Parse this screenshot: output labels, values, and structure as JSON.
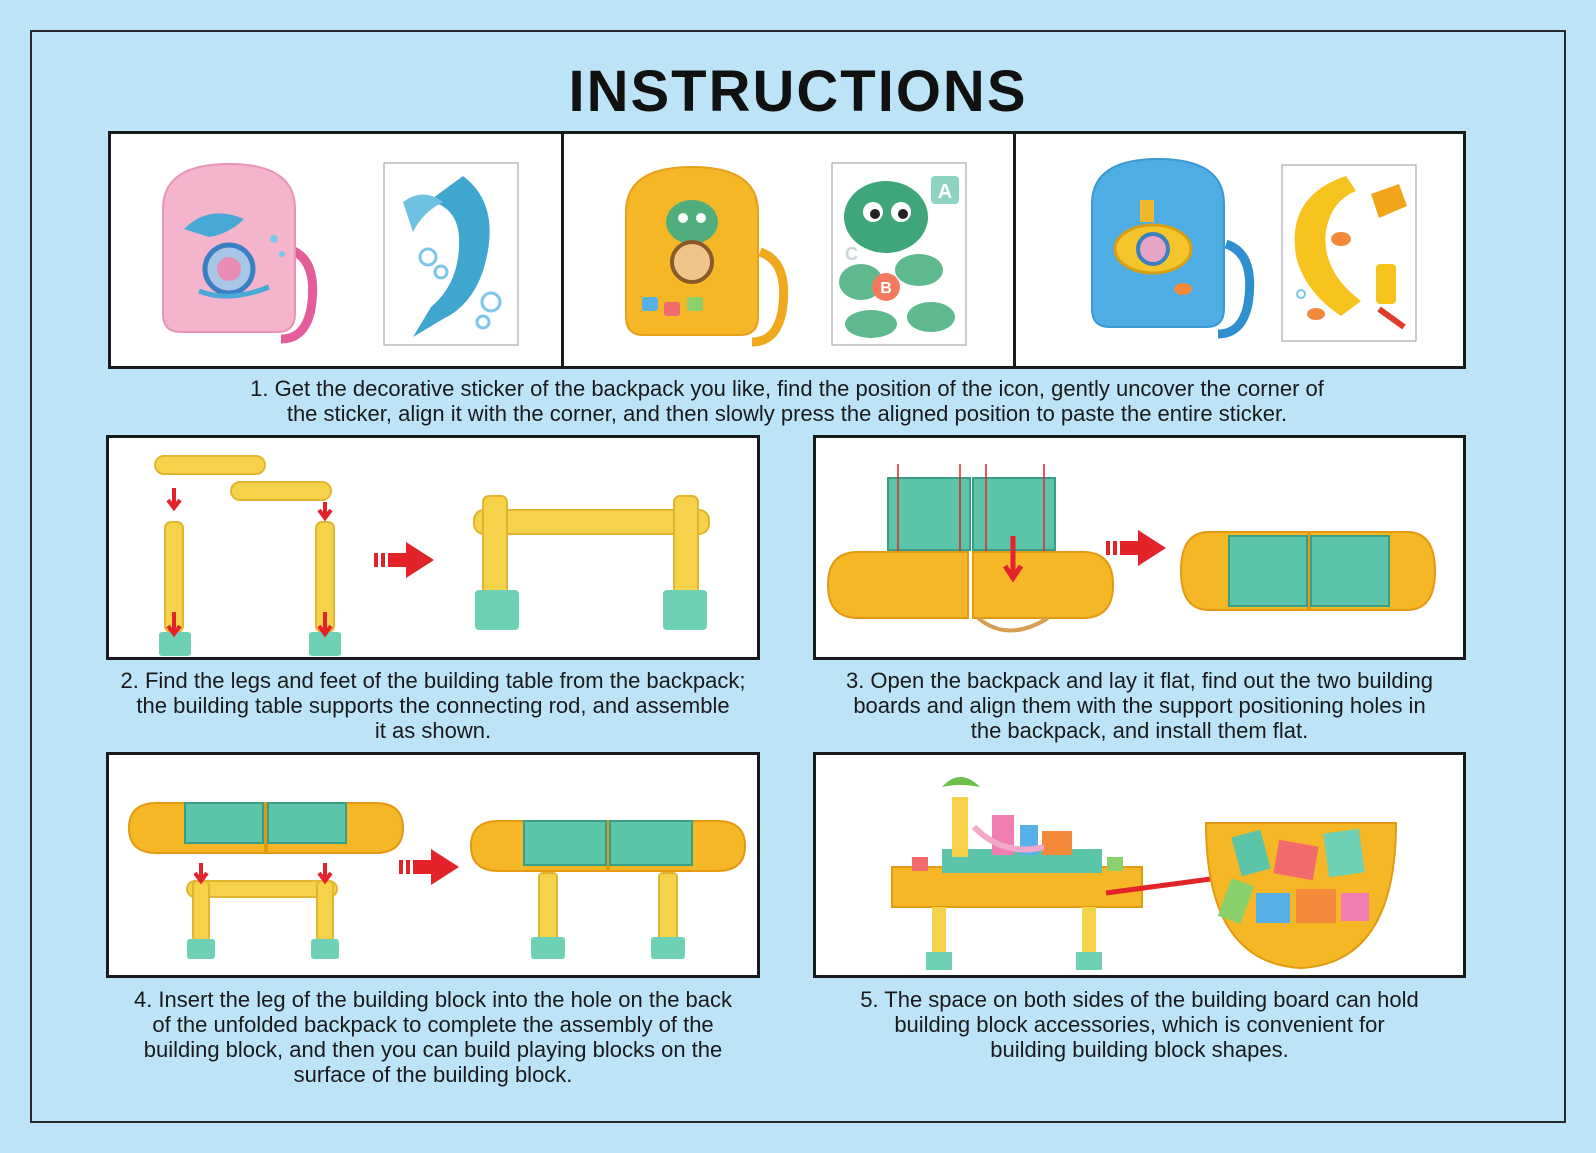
{
  "title": "INSTRUCTIONS",
  "steps": [
    {
      "text_lines": [
        "1. Get the decorative sticker of the backpack you like, find the position of the icon, gently uncover the corner of",
        "the sticker, align it with the corner, and then slowly press the aligned position to paste the entire sticker."
      ]
    },
    {
      "text_lines": [
        "2. Find the legs and feet of the building table from the backpack;",
        "the building table supports the connecting rod, and assemble",
        "it as shown."
      ]
    },
    {
      "text_lines": [
        "3. Open the backpack and lay it flat, find out the two building",
        "boards and align them with the support positioning holes in",
        "the backpack, and install them flat."
      ]
    },
    {
      "text_lines": [
        "4. Insert the leg of the building block into the hole on the back",
        "of the unfolded backpack to complete the assembly of the",
        "building block, and then you can build playing blocks on the",
        "surface of the building block."
      ]
    },
    {
      "text_lines": [
        "5. The space on both sides of the building board can hold",
        "building block accessories, which is convenient for",
        "building building block shapes."
      ]
    }
  ],
  "sticker_letters": [
    "A",
    "B",
    "C"
  ],
  "colors": {
    "background": "#bde3f7",
    "pink_backpack": "#f4b4cc",
    "yellow_backpack": "#f6b726",
    "blue_backpack": "#4eaee4",
    "mint_board": "#5cc4a9",
    "arrow_red": "#e2232a",
    "leg_yellow": "#f6d24a",
    "foot_mint": "#6ed0b4"
  }
}
